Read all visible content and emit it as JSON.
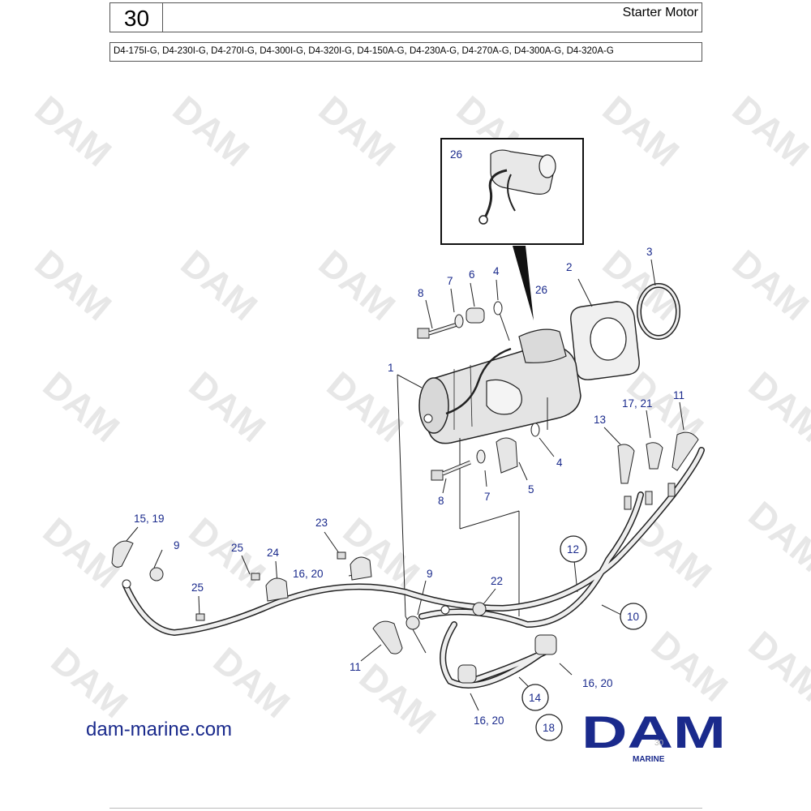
{
  "header": {
    "section_number": "30",
    "title": "Starter Motor",
    "models": "D4-175I-G, D4-230I-G, D4-270I-G, D4-300I-G, D4-320I-G, D4-150A-G, D4-230A-G, D4-270A-G, D4-300A-G, D4-320A-G"
  },
  "inset": {
    "label": "26"
  },
  "callouts": {
    "c1": "1",
    "c2": "2",
    "c3": "3",
    "c4a": "4",
    "c4b": "4",
    "c5": "5",
    "c6": "6",
    "c7a": "7",
    "c7b": "7",
    "c8a": "8",
    "c8b": "8",
    "c9a": "9",
    "c9b": "9",
    "c10": "10",
    "c11a": "11",
    "c11b": "11",
    "c12": "12",
    "c13": "13",
    "c14": "14",
    "c15_19": "15, 19",
    "c16_20a": "16, 20",
    "c16_20b": "16, 20",
    "c16_20c": "16, 20",
    "c17_21": "17, 21",
    "c18": "18",
    "c22": "22",
    "c23": "23",
    "c24": "24",
    "c25a": "25",
    "c25b": "25",
    "c26": "26"
  },
  "watermark": {
    "text": "DAM"
  },
  "footer": {
    "url": "dam-marine.com",
    "brand": "DAM",
    "brand_sub": "MARINE",
    "logo_overlay": "30"
  },
  "colors": {
    "callout": "#1a2a8c",
    "brand": "#1a2a8c",
    "linework": "#222222",
    "part_fill": "#e6e6e6"
  }
}
